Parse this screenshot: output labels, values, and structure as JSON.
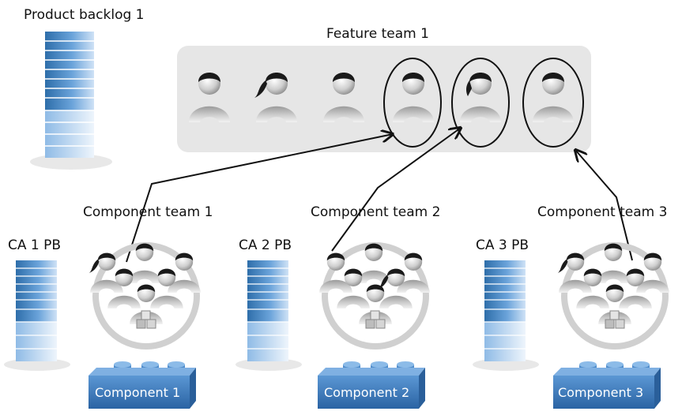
{
  "labels": {
    "product_backlog": "Product backlog 1",
    "feature_team": "Feature team 1",
    "component_teams": [
      "Component team 1",
      "Component team 2",
      "Component team 3"
    ],
    "ca_backlogs": [
      "CA 1 PB",
      "CA 2 PB",
      "CA 3 PB"
    ],
    "components": [
      "Component 1",
      "Component 2",
      "Component 3"
    ]
  },
  "colors": {
    "backlog_dark": "#2e6eaa",
    "backlog_light": "#cfe2f6",
    "panel": "#e6e6e6",
    "component_block": "#3a7bbf",
    "team_ring": "#d0d0d0"
  },
  "icons": {
    "person": "person-icon",
    "cubes": "cubes-icon"
  }
}
